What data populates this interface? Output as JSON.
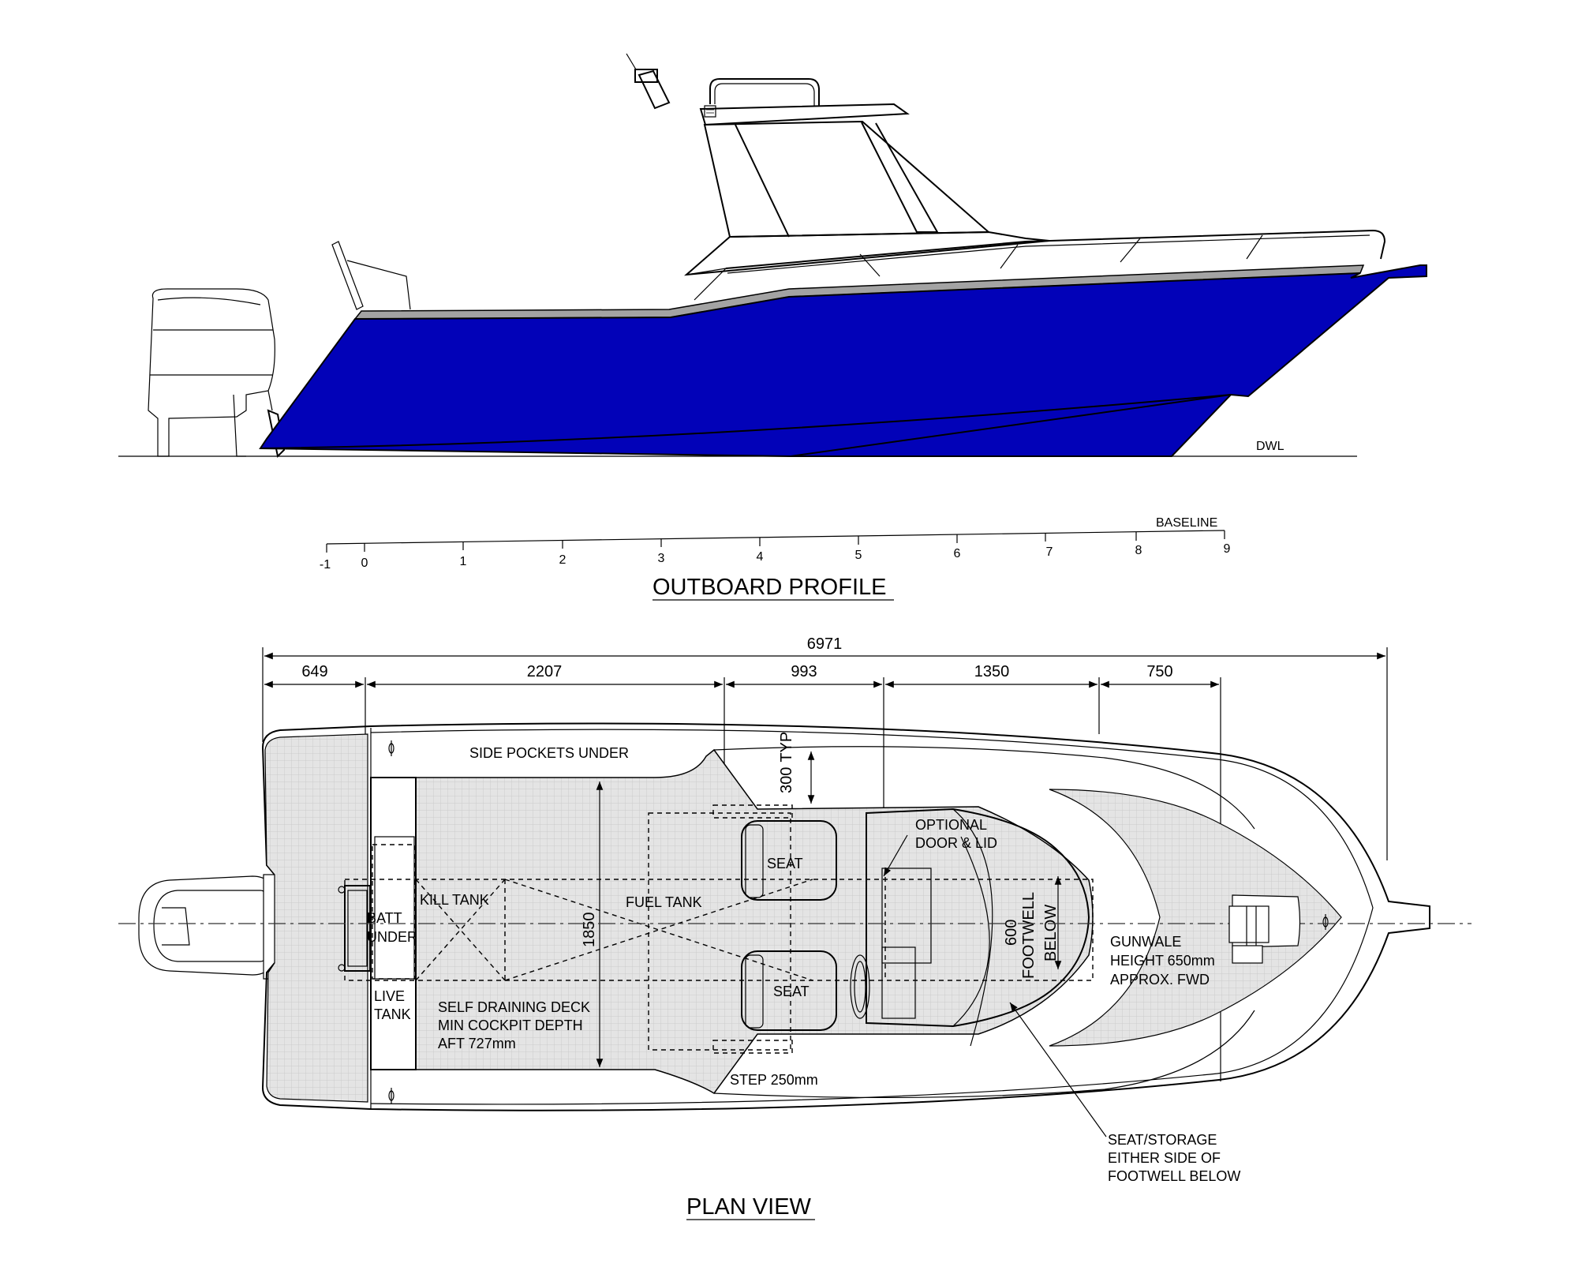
{
  "profile": {
    "title": "OUTBOARD PROFILE",
    "dwl_label": "DWL",
    "baseline_label": "BASELINE",
    "stations": [
      "-1",
      "0",
      "1",
      "2",
      "3",
      "4",
      "5",
      "6",
      "7",
      "8",
      "9"
    ],
    "hull_color": "#0202b8",
    "glass_color": "#a3a3a3"
  },
  "plan": {
    "title": "PLAN VIEW",
    "dims": {
      "overall": "6971",
      "d1": "649",
      "d2": "2207",
      "d3": "993",
      "d4": "1350",
      "d5": "750",
      "beam": "1850",
      "pocket": "300",
      "pocket_suffix": "TYP",
      "footwell": "600"
    },
    "labels": {
      "side_pockets": "SIDE POCKETS UNDER",
      "kill_tank": "KILL TANK",
      "batt": "BATT",
      "under": "UNDER",
      "fuel_tank": "FUEL TANK",
      "seat_top": "SEAT",
      "seat_bottom": "SEAT",
      "optional_1": "OPTIONAL",
      "optional_2": "DOOR & LID",
      "footwell_1": "FOOTWELL",
      "footwell_2": "BELOW",
      "gunwale_1": "GUNWALE",
      "gunwale_2": "HEIGHT 650mm",
      "gunwale_3": "APPROX. FWD",
      "live_1": "LIVE",
      "live_2": "TANK",
      "deck_1": "SELF DRAINING DECK",
      "deck_2": "MIN COCKPIT DEPTH",
      "deck_3": "AFT 727mm",
      "step": "STEP 250mm",
      "storage_1": "SEAT/STORAGE",
      "storage_2": "EITHER SIDE OF",
      "storage_3": "FOOTWELL BELOW"
    },
    "deck_color": "#e4e4e4"
  }
}
